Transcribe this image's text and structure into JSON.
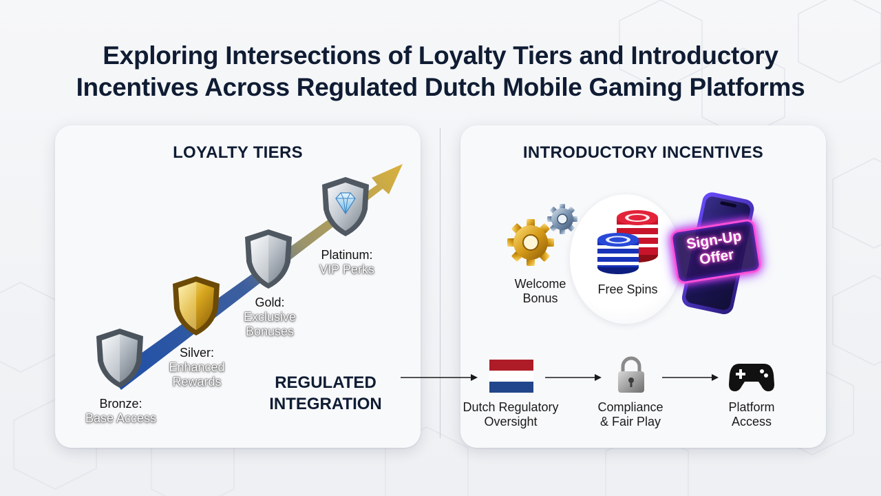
{
  "title_lines": [
    "Exploring Intersections of Loyalty Tiers and Introductory",
    "Incentives Across Regulated Dutch Mobile Gaming Platforms"
  ],
  "loyalty": {
    "heading": "LOYALTY TIERS",
    "tiers": [
      {
        "name": "Bronze:",
        "perk": "Base Access"
      },
      {
        "name": "Silver:",
        "perk": "Enhanced Rewards",
        "perk_lines": [
          "Enhanced",
          "Rewards"
        ]
      },
      {
        "name": "Gold:",
        "perk": "Exclusive Bonuses",
        "perk_lines": [
          "Exclusive",
          "Bonuses"
        ]
      },
      {
        "name": "Platinum:",
        "perk": "VIP Perks"
      }
    ]
  },
  "regulated_integration": {
    "lines": [
      "REGULATED",
      "INTEGRATION"
    ]
  },
  "incentives": {
    "heading": "INTRODUCTORY INCENTIVES",
    "items": [
      {
        "label_lines": [
          "Welcome",
          "Bonus"
        ],
        "icon": "gears-icon"
      },
      {
        "label_lines": [
          "Free Spins"
        ],
        "icon": "casino-chips-icon"
      },
      {
        "label_lines": [
          "Sign-Up",
          "Offer"
        ],
        "icon": "smartphone-icon"
      }
    ]
  },
  "flow": [
    {
      "label_lines": [
        "Dutch Regulatory",
        "Oversight"
      ],
      "icon": "dutch-flag-icon"
    },
    {
      "label_lines": [
        "Compliance",
        "& Fair Play"
      ],
      "icon": "padlock-icon"
    },
    {
      "label_lines": [
        "Platform",
        "Access"
      ],
      "icon": "gamepad-icon"
    }
  ],
  "colors": {
    "title": "#0f1c33",
    "arrow_blue": "#1e4fa8",
    "arrow_gold": "#c9a93a",
    "flag_red": "#ae1c28",
    "flag_blue": "#21468b",
    "neon_pink": "#ff4fd8",
    "neon_purple": "#7b2cff"
  }
}
